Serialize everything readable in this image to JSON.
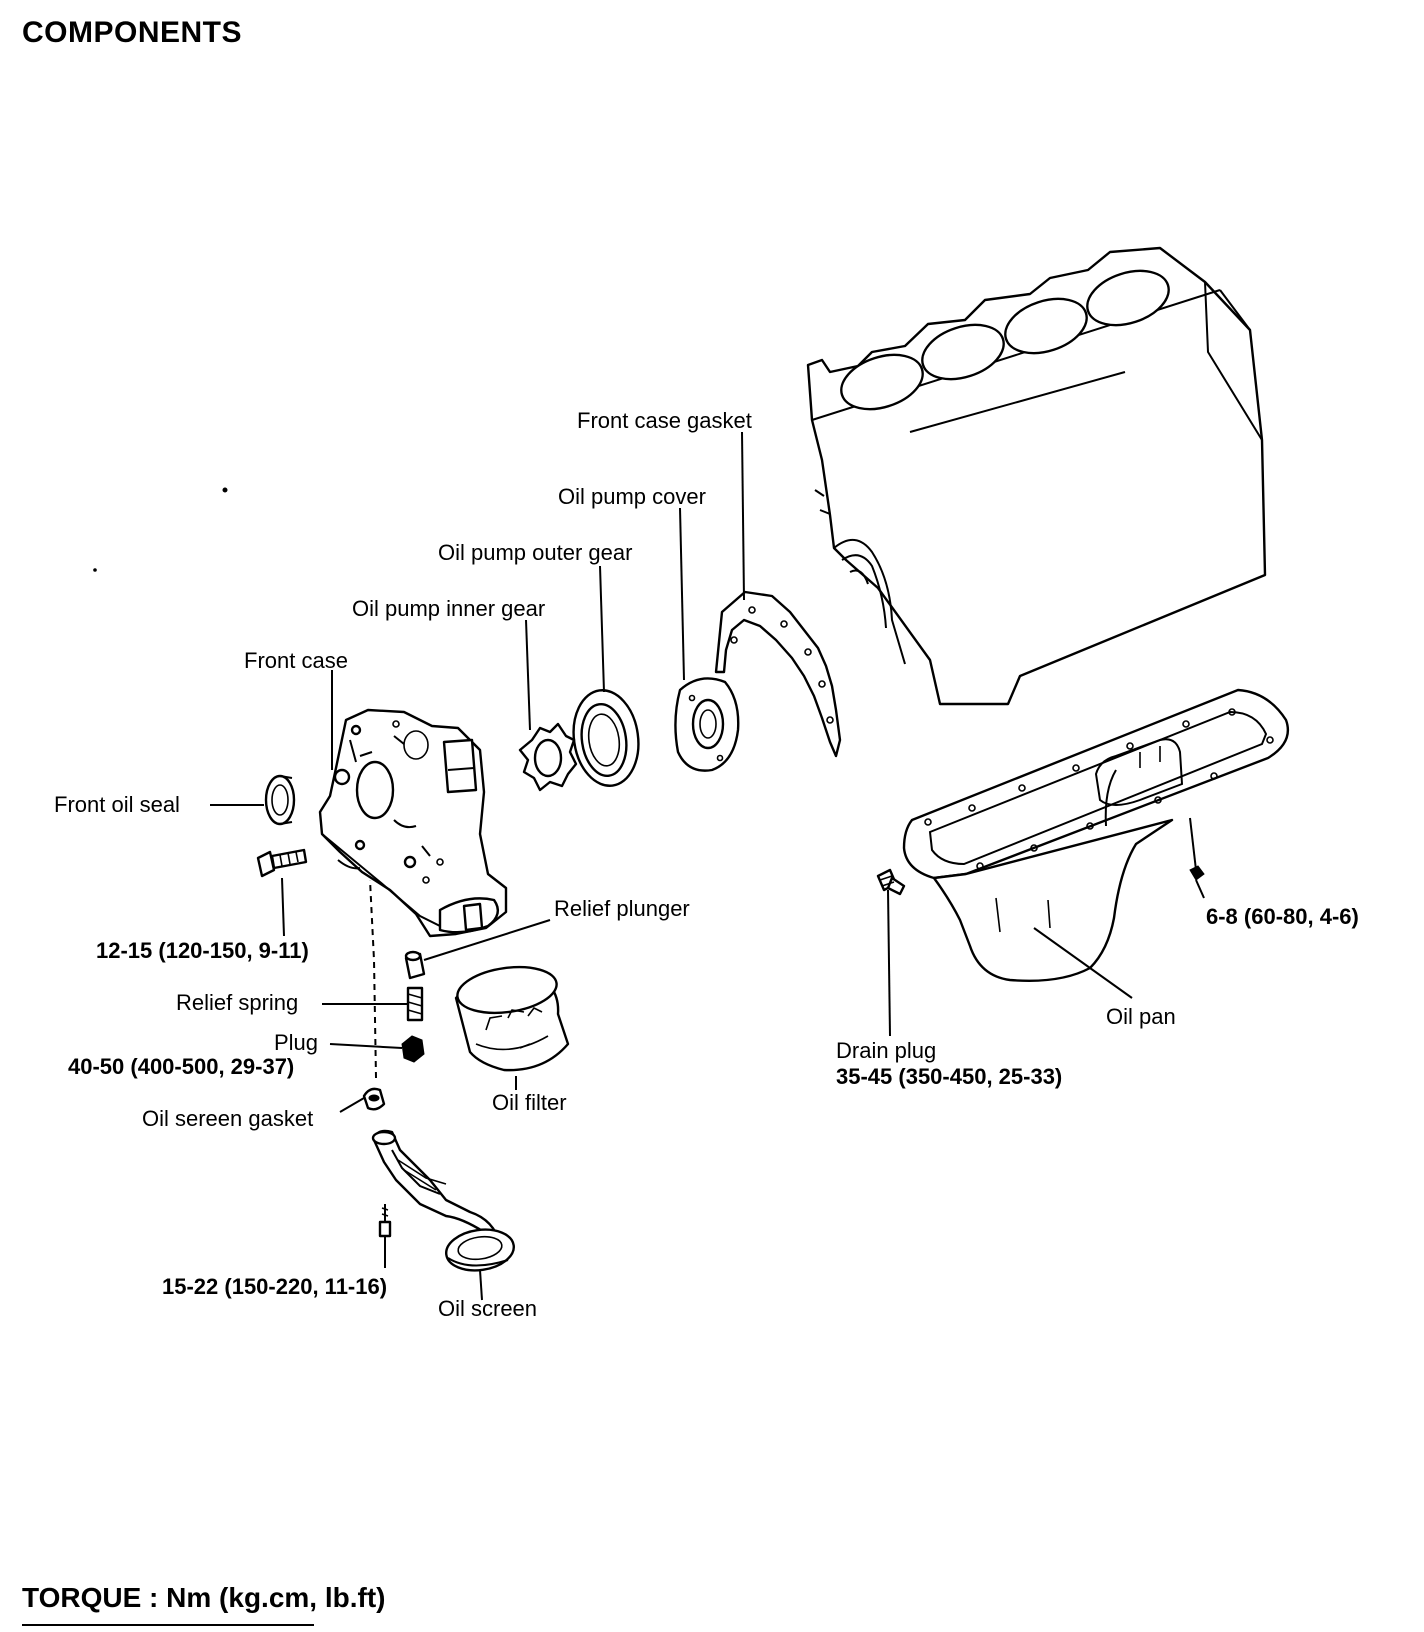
{
  "title": "COMPONENTS",
  "footer": "TORQUE : Nm (kg.cm, lb.ft)",
  "labels": {
    "front_case_gasket": "Front case gasket",
    "oil_pump_cover": "Oil pump cover",
    "oil_pump_outer_gear": "Oil pump outer gear",
    "oil_pump_inner_gear": "Oil pump inner gear",
    "front_case": "Front case",
    "front_oil_seal": "Front oil seal",
    "relief_plunger": "Relief plunger",
    "relief_spring": "Relief spring",
    "plug": "Plug",
    "oil_screen_gasket": "Oil sereen gasket",
    "oil_filter": "Oil filter",
    "oil_screen": "Oil screen",
    "oil_pan": "Oil pan",
    "drain_plug": "Drain plug"
  },
  "torques": {
    "front_case_bolt": "12-15 (120-150, 9-11)",
    "plug": "40-50 (400-500, 29-37)",
    "oil_screen_bolt": "15-22 (150-220, 11-16)",
    "drain_plug": "35-45 (350-450, 25-33)",
    "oil_pan_bolt": "6-8 (60-80, 4-6)"
  }
}
